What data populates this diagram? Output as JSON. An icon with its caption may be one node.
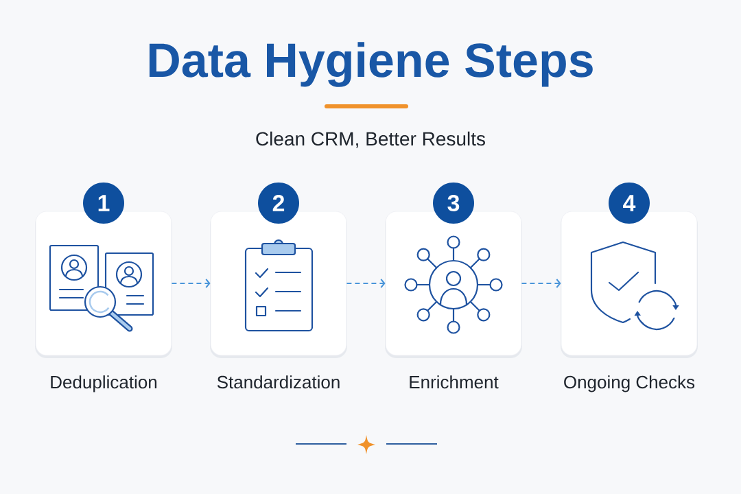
{
  "diagram": {
    "title": "Data Hygiene Steps",
    "nodes": [
      {
        "text": [
          "1"
        ]
      },
      {
        "text": [
          "Deduplication"
        ]
      },
      {
        "text": [
          "2"
        ]
      },
      {
        "text": [
          "Standardization"
        ]
      },
      {
        "text": [
          "3"
        ]
      },
      {
        "text": [
          "Enrichment"
        ]
      },
      {
        "text": [
          "4"
        ]
      },
      {
        "text": [
          "Ongoing Checks"
        ]
      }
    ],
    "edges": [
      {
        "from": 1,
        "to": 3,
        "arrow": "to",
        "style": "dashed"
      },
      {
        "from": 3,
        "to": 5,
        "arrow": "to",
        "style": "dashed"
      },
      {
        "from": 5,
        "to": 7,
        "arrow": "to",
        "style": "dashed"
      }
    ],
    "labels": [
      "Clean CRM, Better Results"
    ]
  }
}
